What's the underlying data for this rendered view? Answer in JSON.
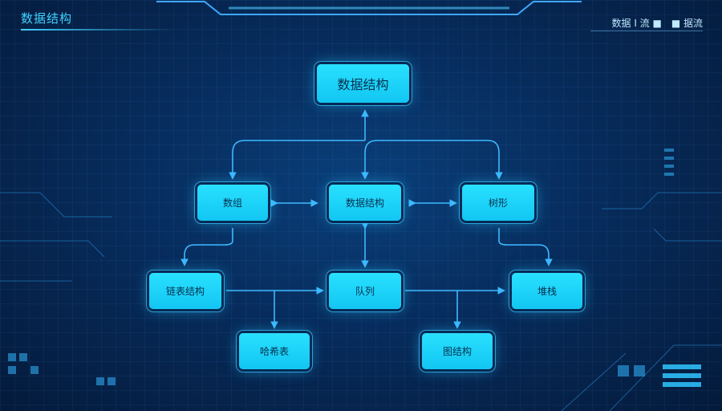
{
  "header": {
    "title": "数据结构",
    "right_labels": [
      "数据 Ⅰ 流 ■",
      "■ 据流"
    ]
  },
  "diagram": {
    "nodes": {
      "root": "数据结构",
      "mid_left": "数组",
      "mid_center": "数据结构",
      "mid_right": "树形",
      "low_left": "链表结构",
      "low_center": "队列",
      "low_right": "堆栈",
      "bottom_left": "哈希表",
      "bottom_right": "图结构"
    }
  },
  "colors": {
    "node_fill": "#29e0ff",
    "link": "#3db9ff",
    "background": "#072c5c"
  },
  "icons": [
    "arrow-head-icon"
  ]
}
